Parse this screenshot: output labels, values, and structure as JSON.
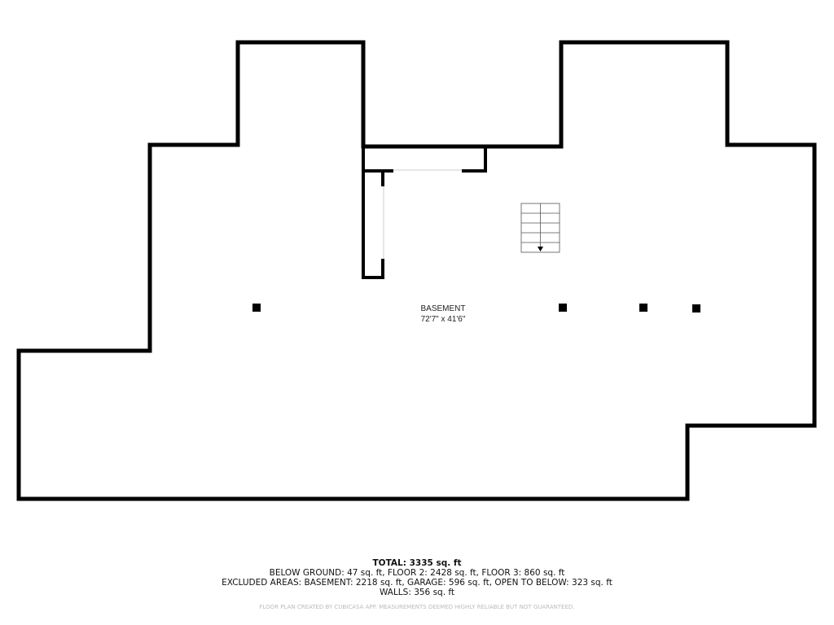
{
  "room": {
    "name": "BASEMENT",
    "dimensions": "72'7\" x 41'6\""
  },
  "summary": {
    "total": "TOTAL: 3335 sq. ft",
    "line1": "BELOW GROUND: 47 sq. ft, FLOOR 2: 2428 sq. ft, FLOOR 3: 860 sq. ft",
    "line2": "EXCLUDED AREAS: BASEMENT: 2218 sq. ft, GARAGE: 596 sq. ft, OPEN TO BELOW: 323 sq. ft",
    "line3": "WALLS: 356 sq. ft"
  },
  "credit": "FLOOR PLAN CREATED BY CUBICASA APP. MEASUREMENTS DEEMED HIGHLY RELIABLE BUT NOT GUARANTEED.",
  "colors": {
    "wall": "#000000",
    "opening": "#dddddd",
    "credit": "#bbbbbb"
  }
}
